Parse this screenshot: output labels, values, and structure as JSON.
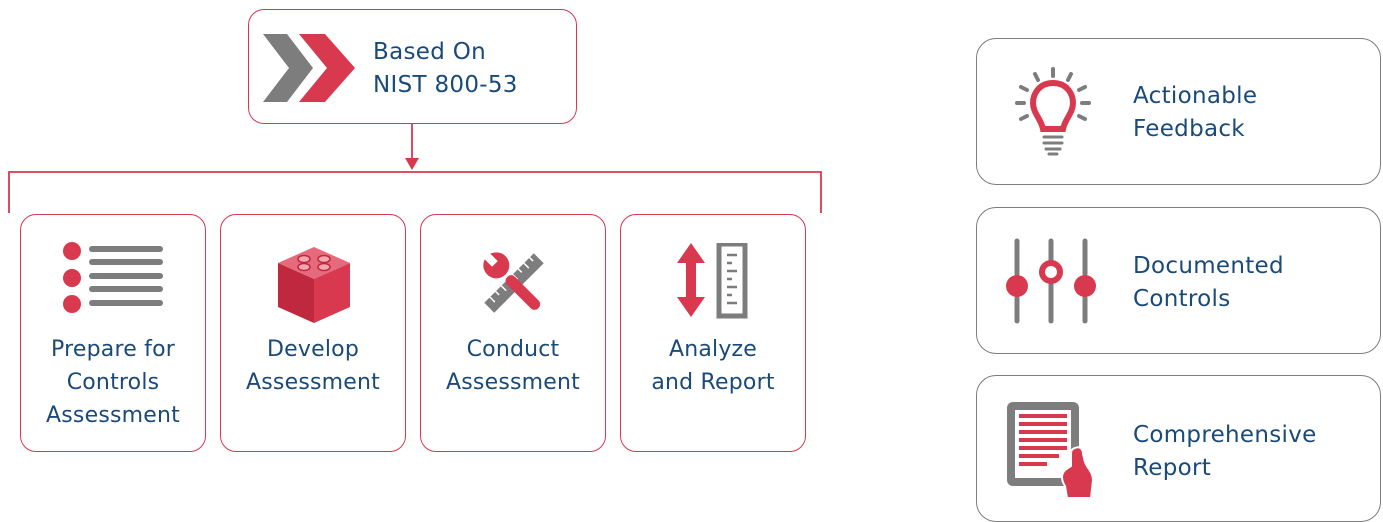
{
  "top_box": {
    "line1": "Based On",
    "line2": "NIST 800-53"
  },
  "steps": [
    {
      "icon": "list-icon",
      "lines": [
        "Prepare for",
        "Controls",
        "Assessment"
      ]
    },
    {
      "icon": "lego-block-icon",
      "lines": [
        "Develop",
        "Assessment",
        ""
      ]
    },
    {
      "icon": "tools-icon",
      "lines": [
        "Conduct",
        "Assessment",
        ""
      ]
    },
    {
      "icon": "measure-icon",
      "lines": [
        "Analyze",
        "and Report",
        ""
      ]
    }
  ],
  "features": [
    {
      "icon": "lightbulb-icon",
      "lines": [
        "Actionable",
        "Feedback"
      ]
    },
    {
      "icon": "sliders-icon",
      "lines": [
        "Documented",
        "Controls"
      ]
    },
    {
      "icon": "report-tablet-icon",
      "lines": [
        "Comprehensive",
        "Report"
      ]
    }
  ],
  "colors": {
    "accent_red": "#d8394f",
    "text_blue": "#1a4a7a",
    "icon_gray": "#7d7d7d",
    "border_gray": "#7d7d7d"
  }
}
